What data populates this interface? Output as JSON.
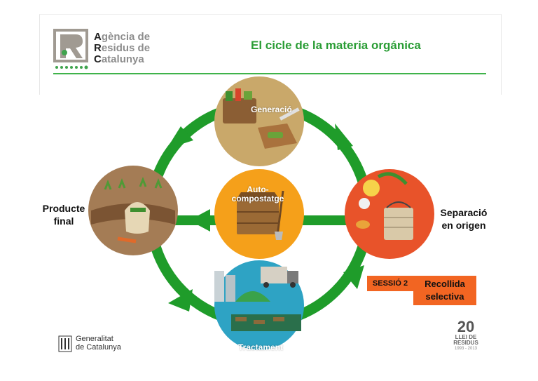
{
  "logo": {
    "lines": [
      {
        "initial": "A",
        "rest": "gència de"
      },
      {
        "initial": "R",
        "rest": "esidus de"
      },
      {
        "initial": "C",
        "rest": "atalunya"
      }
    ]
  },
  "title": "El cicle de la materia orgánica",
  "nodes": {
    "generation": "Generació",
    "composting": [
      "Auto-",
      "compostatge"
    ],
    "separation": "Separació en origen",
    "treatment": "Tractament",
    "final_product": "Producte final"
  },
  "external_labels": {
    "left": [
      "Producte",
      "final"
    ],
    "right": [
      "Separació",
      "en origen"
    ]
  },
  "session": {
    "badge": "SESSIÓ 2",
    "box": [
      "Recollida",
      "selectiva"
    ]
  },
  "footer": {
    "government": [
      "Generalitat",
      "de Catalunya"
    ],
    "anniversary": {
      "number": "20",
      "lines": [
        "LLEI DE",
        "RESIDUS"
      ],
      "years": "1993 - 2013"
    }
  },
  "colors": {
    "cycle_green": "#1f9c2a",
    "title_green": "#2a9d35",
    "accent_orange": "#f26522",
    "generation_bg": "#c9a86a",
    "composting_bg": "#f5a01a",
    "separation_bg": "#e8532a",
    "treatment_bg": "#2ea3c4",
    "final_bg": "#a47c55"
  },
  "icons": [
    "logo-mark-icon",
    "circle-arrow-icon",
    "government-shield-icon"
  ]
}
